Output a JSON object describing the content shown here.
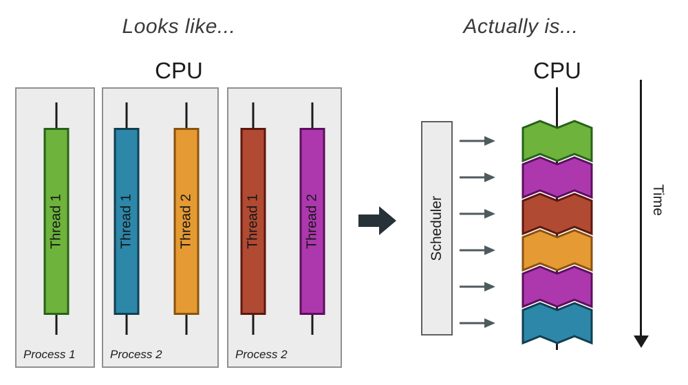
{
  "headers": {
    "left_title": "Looks like...",
    "right_title": "Actually is...",
    "left_cpu": "CPU",
    "right_cpu": "CPU"
  },
  "scheduler": {
    "label": "Scheduler"
  },
  "time": {
    "label": "Time"
  },
  "processes": [
    {
      "label": "Process 1",
      "threads": [
        {
          "label": "Thread 1",
          "color": "green"
        }
      ]
    },
    {
      "label": "Process 2",
      "threads": [
        {
          "label": "Thread 1",
          "color": "blue"
        },
        {
          "label": "Thread 2",
          "color": "orange"
        }
      ]
    },
    {
      "label": "Process 2",
      "threads": [
        {
          "label": "Thread 1",
          "color": "red"
        },
        {
          "label": "Thread 2",
          "color": "magenta"
        }
      ]
    }
  ],
  "schedule": {
    "segments": [
      "green",
      "magenta",
      "red",
      "orange",
      "magenta",
      "blue"
    ]
  },
  "palette": {
    "green": {
      "fill": "#6db33c",
      "stroke": "#27611a"
    },
    "blue": {
      "fill": "#2d87a9",
      "stroke": "#113f52"
    },
    "orange": {
      "fill": "#e59a33",
      "stroke": "#8a520e"
    },
    "red": {
      "fill": "#b04a32",
      "stroke": "#5e170e"
    },
    "magenta": {
      "fill": "#ad38ad",
      "stroke": "#5c0f5e"
    }
  },
  "colors": {
    "line": "#1b1b1b",
    "arrow_small": "#4e5a5e",
    "arrow_big": "#263238",
    "box_fill": "#ececec"
  }
}
